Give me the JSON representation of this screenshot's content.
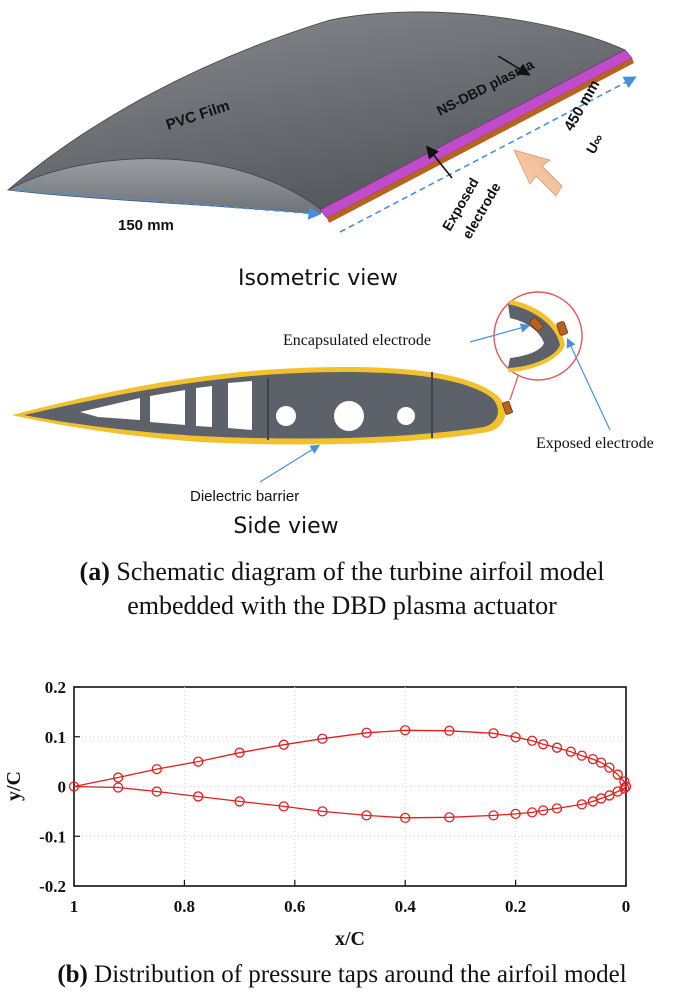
{
  "isometric": {
    "film_label": "PVC Film",
    "plasma_label": "NS-DBD plasma",
    "span_label": "450 mm",
    "flow_label": "U∞",
    "exposed_label_line1": "Exposed",
    "exposed_label_line2": "electrode",
    "chord_label": "150 mm",
    "view_title": "Isometric view"
  },
  "side": {
    "encapsulated_label": "Encapsulated electrode",
    "exposed_label": "Exposed electrode",
    "dielectric_label": "Dielectric barrier",
    "view_title": "Side view"
  },
  "caption_a": {
    "tag": "(a)",
    "line1": " Schematic diagram of the turbine airfoil model",
    "line2": "embedded with the DBD plasma actuator"
  },
  "caption_b": {
    "tag": "(b)",
    "text": " Distribution of pressure taps around the airfoil model"
  },
  "colors": {
    "film": "#6b6f73",
    "plasma": "#c04ccc",
    "electrode": "#b8621e",
    "dielectric": "#f2c12e",
    "annotation_blue": "#4a90d9",
    "taps": "#e02020"
  },
  "chart_data": {
    "type": "scatter",
    "xlabel": "x/C",
    "ylabel": "y/C",
    "xlim": [
      1,
      0
    ],
    "ylim": [
      -0.2,
      0.2
    ],
    "x_ticks": [
      "1",
      "0.8",
      "0.6",
      "0.4",
      "0.2",
      "0"
    ],
    "y_ticks": [
      "0.2",
      "0.1",
      "0",
      "-0.1",
      "-0.2"
    ],
    "grid": true,
    "series": [
      {
        "points": [
          [
            1.0,
            0.0
          ],
          [
            0.92,
            0.018
          ],
          [
            0.85,
            0.035
          ],
          [
            0.775,
            0.05
          ],
          [
            0.7,
            0.068
          ],
          [
            0.62,
            0.084
          ],
          [
            0.55,
            0.096
          ],
          [
            0.47,
            0.108
          ],
          [
            0.4,
            0.113
          ],
          [
            0.32,
            0.112
          ],
          [
            0.24,
            0.107
          ],
          [
            0.2,
            0.099
          ],
          [
            0.17,
            0.092
          ],
          [
            0.15,
            0.085
          ],
          [
            0.125,
            0.078
          ],
          [
            0.1,
            0.07
          ],
          [
            0.08,
            0.062
          ],
          [
            0.06,
            0.055
          ],
          [
            0.045,
            0.048
          ],
          [
            0.03,
            0.038
          ],
          [
            0.015,
            0.024
          ],
          [
            0.003,
            0.01
          ],
          [
            0.0,
            0.0
          ]
        ]
      },
      {
        "points": [
          [
            0.92,
            -0.002
          ],
          [
            0.85,
            -0.01
          ],
          [
            0.775,
            -0.02
          ],
          [
            0.7,
            -0.03
          ],
          [
            0.62,
            -0.04
          ],
          [
            0.55,
            -0.05
          ],
          [
            0.47,
            -0.058
          ],
          [
            0.4,
            -0.063
          ],
          [
            0.32,
            -0.062
          ],
          [
            0.24,
            -0.058
          ],
          [
            0.2,
            -0.055
          ],
          [
            0.17,
            -0.052
          ],
          [
            0.15,
            -0.048
          ],
          [
            0.125,
            -0.044
          ],
          [
            0.08,
            -0.036
          ],
          [
            0.06,
            -0.03
          ],
          [
            0.045,
            -0.024
          ],
          [
            0.03,
            -0.018
          ],
          [
            0.015,
            -0.01
          ],
          [
            0.003,
            -0.004
          ]
        ]
      }
    ]
  }
}
